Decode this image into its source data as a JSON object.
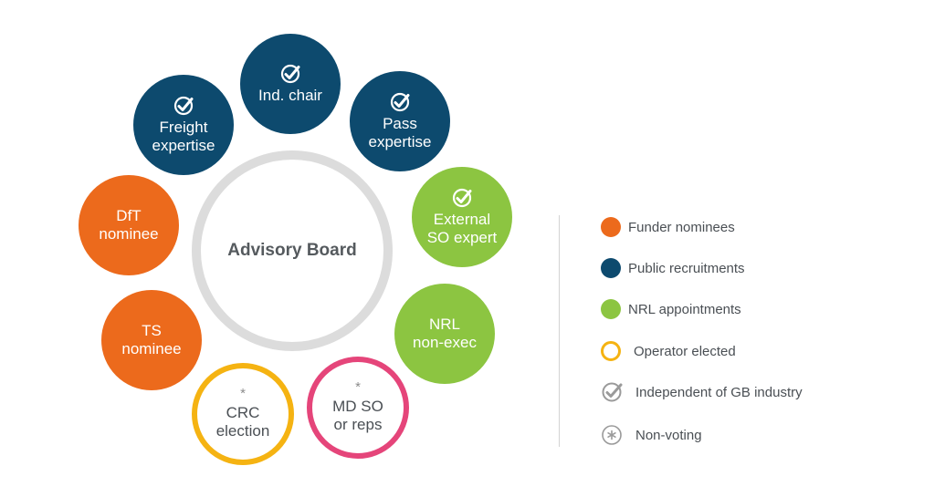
{
  "diagram": {
    "center_label": "Advisory Board",
    "colors": {
      "funder": "#ec6a1c",
      "public": "#0d4a6e",
      "nrl": "#8cc541",
      "operator_ring": "#f5b312",
      "md_ring": "#e5457a",
      "center_ring": "#dcdcdc"
    },
    "nodes": {
      "ind_chair": {
        "label": "Ind. chair",
        "icon": "check-circle-icon"
      },
      "pass_expertise": {
        "label": "Pass\nexpertise",
        "icon": "check-circle-icon"
      },
      "freight_expertise": {
        "label": "Freight\nexpertise",
        "icon": "check-circle-icon"
      },
      "external_so_expert": {
        "label": "External\nSO expert",
        "icon": "check-circle-icon"
      },
      "dft_nominee": {
        "label": "DfT\nnominee"
      },
      "nrl_non_exec": {
        "label": "NRL\nnon-exec"
      },
      "ts_nominee": {
        "label": "TS\nnominee"
      },
      "crc_election": {
        "label": "CRC\nelection",
        "marker": "*"
      },
      "md_so_reps": {
        "label": "MD SO\nor reps",
        "marker": "*"
      }
    }
  },
  "legend": {
    "items": [
      {
        "label": "Funder nominees",
        "icon": "orange-dot"
      },
      {
        "label": "Public recruitments",
        "icon": "navy-dot"
      },
      {
        "label": "NRL appointments",
        "icon": "green-dot"
      },
      {
        "label": "Operator elected",
        "icon": "yellow-ring"
      },
      {
        "label": "Independent of GB industry",
        "icon": "check-circle-icon"
      },
      {
        "label": "Non-voting",
        "icon": "asterisk-circle-icon"
      }
    ]
  }
}
